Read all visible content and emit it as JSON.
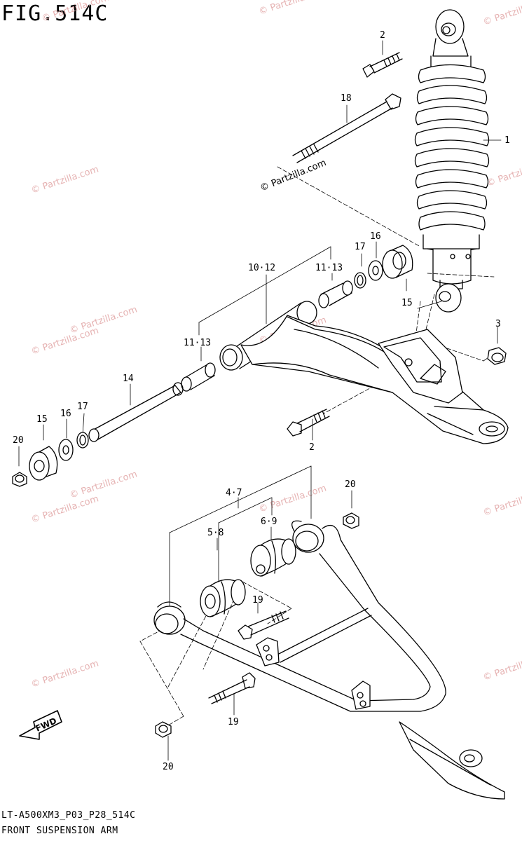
{
  "figure": {
    "title": "FIG.514C"
  },
  "footer": {
    "code": "LT-A500XM3_P03_P28_514C",
    "caption": "FRONT SUSPENSION ARM"
  },
  "watermark": {
    "text": "© Partzilla.com",
    "color": "#e6b3b3"
  },
  "callouts": {
    "c1": "1",
    "c2a": "2",
    "c2b": "2",
    "c3": "3",
    "c4_7": "4·7",
    "c5_8": "5·8",
    "c6_9": "6·9",
    "c10_12": "10·12",
    "c11_13a": "11·13",
    "c11_13b": "11·13",
    "c14": "14",
    "c15a": "15",
    "c15b": "15",
    "c16a": "16",
    "c16b": "16",
    "c17a": "17",
    "c17b": "17",
    "c18": "18",
    "c19a": "19",
    "c19b": "19",
    "c20a": "20",
    "c20b": "20",
    "c20c": "20"
  },
  "fwd_arrow": {
    "label": "FWD"
  }
}
